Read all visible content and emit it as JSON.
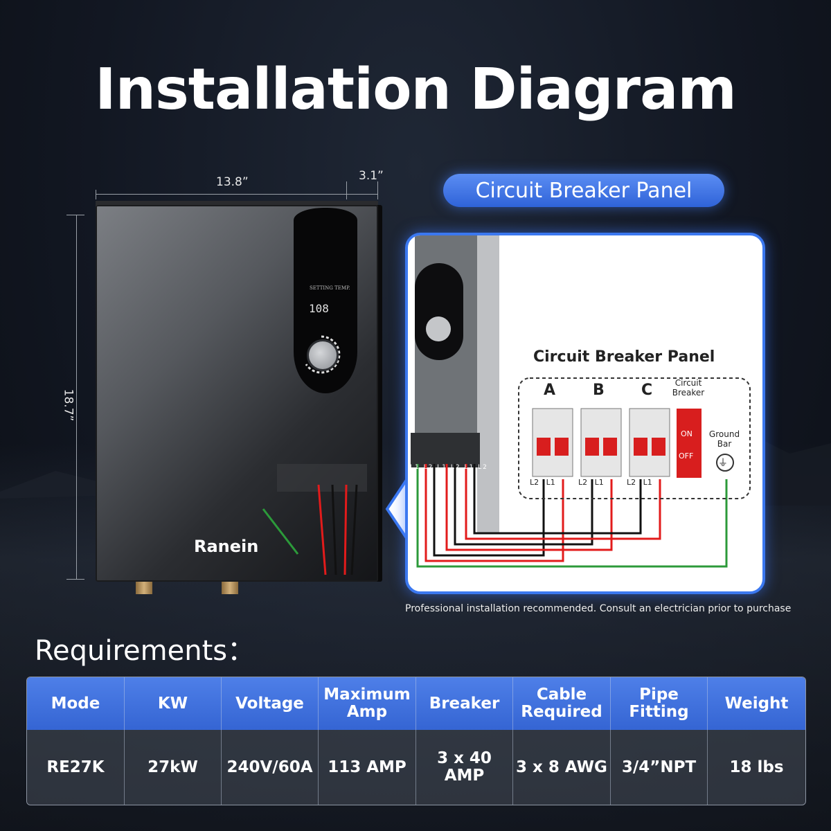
{
  "title": "Installation Diagram",
  "dimensions": {
    "width": "13.8”",
    "depth": "3.1”",
    "height": "18.7”"
  },
  "heater": {
    "brand": "Ranein",
    "setting_label": "SETTING TEMP.",
    "display_temp": "108"
  },
  "panel_pill": "Circuit Breaker Panel",
  "wiring": {
    "title": "Circuit Breaker Panel",
    "breakers": [
      "A",
      "B",
      "C"
    ],
    "circuit_breaker_label": "Circuit Breaker",
    "on_label": "ON",
    "off_label": "OFF",
    "ground_bar_label": "Ground Bar",
    "terminal_labels": [
      "L2",
      "L1"
    ],
    "heater_terminals": [
      "L1",
      "L2",
      "L1",
      "L2",
      "L1",
      "L2"
    ]
  },
  "note": "Professional installation recommended. Consult an electrician prior to purchase",
  "requirements_label": "Requirements：",
  "table": {
    "headers": [
      "Mode",
      "KW",
      "Voltage",
      "Maximum Amp",
      "Breaker",
      "Cable Required",
      "Pipe Fitting",
      "Weight"
    ],
    "row": [
      "RE27K",
      "27kW",
      "240V/60A",
      "113 AMP",
      "3 x 40 AMP",
      "3 x 8 AWG",
      "3/4”NPT",
      "18 lbs"
    ]
  },
  "colors": {
    "accent_blue": "#3b78f0",
    "wire_red": "#e21b1b",
    "wire_black": "#111111",
    "wire_green": "#2c9a3a",
    "breaker_red": "#d81e1e"
  }
}
